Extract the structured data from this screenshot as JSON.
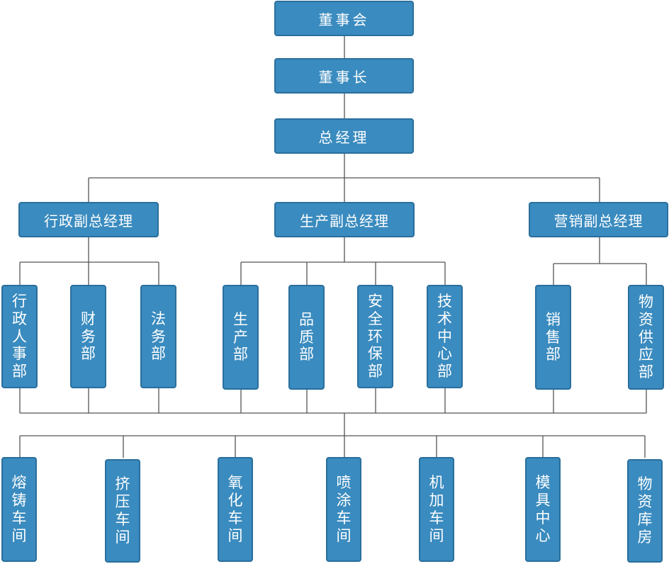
{
  "org_chart": {
    "board": "董事会",
    "chairman": "董事长",
    "general_manager": "总经理",
    "deputies": [
      {
        "id": "admin",
        "label": "行政副总经理",
        "departments": [
          "行政人事部",
          "财务部",
          "法务部"
        ]
      },
      {
        "id": "production",
        "label": "生产副总经理",
        "departments": [
          "生产部",
          "品质部",
          "安全环保部",
          "技术中心部"
        ]
      },
      {
        "id": "sales",
        "label": "营销副总经理",
        "departments": [
          "销售部",
          "物资供应部"
        ]
      }
    ],
    "workshops": [
      "熔铸车间",
      "挤压车间",
      "氧化车间",
      "喷涂车间",
      "机加车间",
      "模具中心",
      "物资库房"
    ]
  },
  "colors": {
    "box_fill": "#3a8bbf",
    "box_border": "#2a6f9c",
    "text": "#ffffff",
    "line": "#555555"
  }
}
